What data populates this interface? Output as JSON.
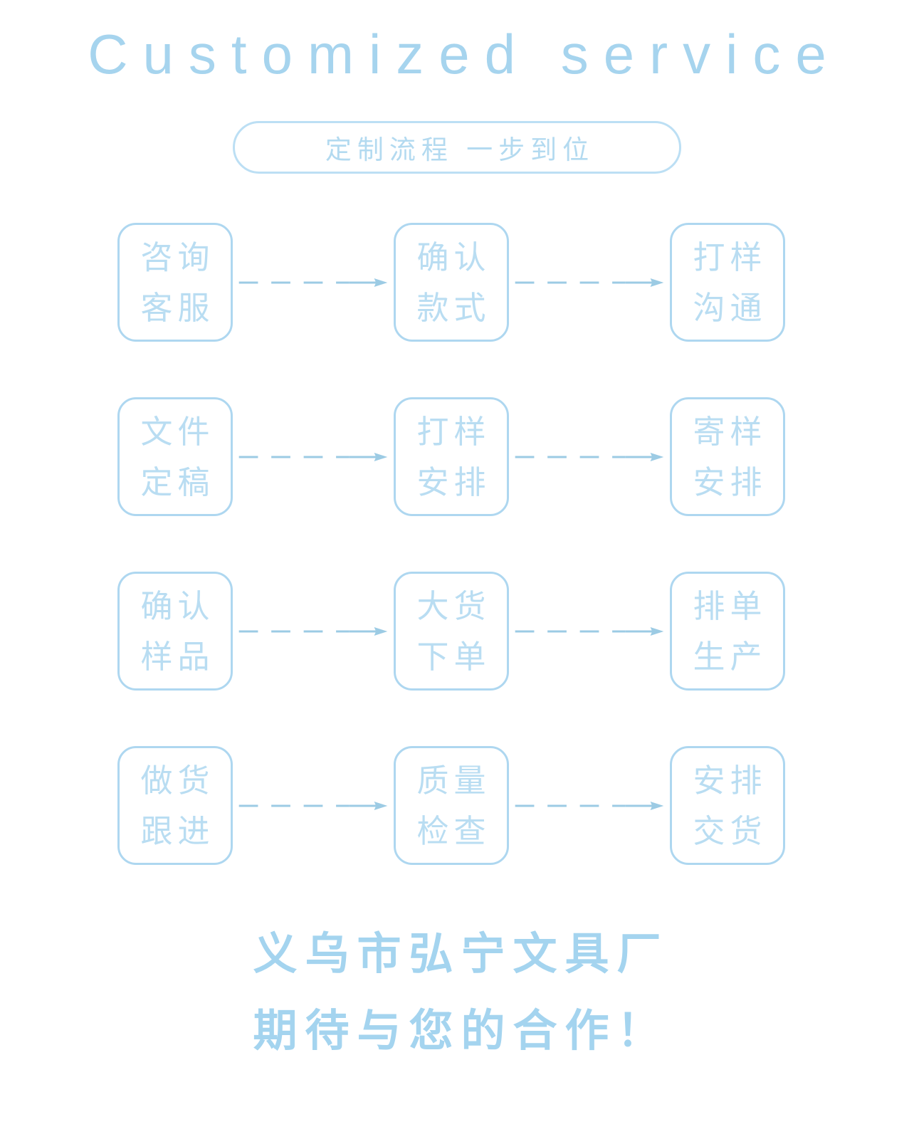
{
  "header": {
    "title": "Customized service",
    "subtitle": "定制流程 一步到位"
  },
  "colors": {
    "accent": "#a6d4ee",
    "node_border": "#aed7f0",
    "node_text": "#b9ddf2",
    "pill_border": "#bcdff4",
    "pill_text": "#b3daf0",
    "arrow": "#9ccbe4",
    "footer_text": "#a4d4ef",
    "background": "#ffffff"
  },
  "flow": {
    "arrow_icon": "dashed-arrow-right-icon",
    "rows": [
      {
        "steps": [
          {
            "line1": "咨询",
            "line2": "客服"
          },
          {
            "line1": "确认",
            "line2": "款式"
          },
          {
            "line1": "打样",
            "line2": "沟通"
          }
        ]
      },
      {
        "steps": [
          {
            "line1": "文件",
            "line2": "定稿"
          },
          {
            "line1": "打样",
            "line2": "安排"
          },
          {
            "line1": "寄样",
            "line2": "安排"
          }
        ]
      },
      {
        "steps": [
          {
            "line1": "确认",
            "line2": "样品"
          },
          {
            "line1": "大货",
            "line2": "下单"
          },
          {
            "line1": "排单",
            "line2": "生产"
          }
        ]
      },
      {
        "steps": [
          {
            "line1": "做货",
            "line2": "跟进"
          },
          {
            "line1": "质量",
            "line2": "检查"
          },
          {
            "line1": "安排",
            "line2": "交货"
          }
        ]
      }
    ]
  },
  "footer": {
    "line1": "义乌市弘宁文具厂",
    "line2": "期待与您的合作！"
  }
}
